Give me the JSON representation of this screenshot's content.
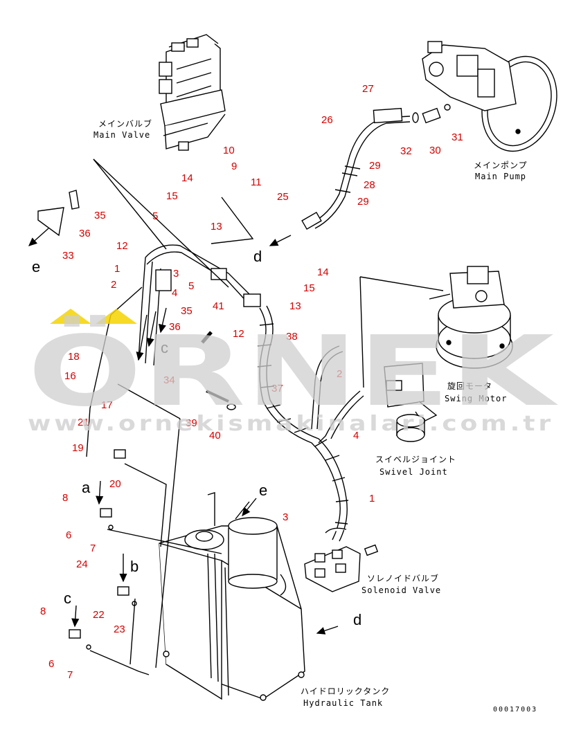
{
  "watermark": {
    "brand": "ÖRNEK",
    "url": "www.ornekismakinalari.com.tr",
    "accent": "#f5d300",
    "text_color": "#cfcfcf"
  },
  "drawing_code": "00017003",
  "components": [
    {
      "id": "main-valve",
      "jp": "メインバルブ",
      "en": "Main Valve"
    },
    {
      "id": "main-pump",
      "jp": "メインポンプ",
      "en": "Main Pump"
    },
    {
      "id": "swing-motor",
      "jp": "旋回モータ",
      "en": "Swing Motor"
    },
    {
      "id": "swivel-joint",
      "jp": "スイベルジョイント",
      "en": "Swivel Joint"
    },
    {
      "id": "solenoid-valve",
      "jp": "ソレノイドバルブ",
      "en": "Solenoid Valve"
    },
    {
      "id": "hydraulic-tank",
      "jp": "ハイドロリックタンク",
      "en": "Hydraulic Tank"
    }
  ],
  "arrows": [
    "a",
    "b",
    "c",
    "d",
    "e"
  ],
  "part_numbers": [
    "1",
    "2",
    "3",
    "4",
    "5",
    "6",
    "7",
    "8",
    "9",
    "10",
    "11",
    "12",
    "13",
    "14",
    "15",
    "16",
    "17",
    "18",
    "19",
    "20",
    "21",
    "22",
    "23",
    "24",
    "25",
    "26",
    "27",
    "28",
    "29",
    "30",
    "31",
    "32",
    "33",
    "34",
    "35",
    "36",
    "37",
    "38",
    "39",
    "40",
    "41"
  ]
}
